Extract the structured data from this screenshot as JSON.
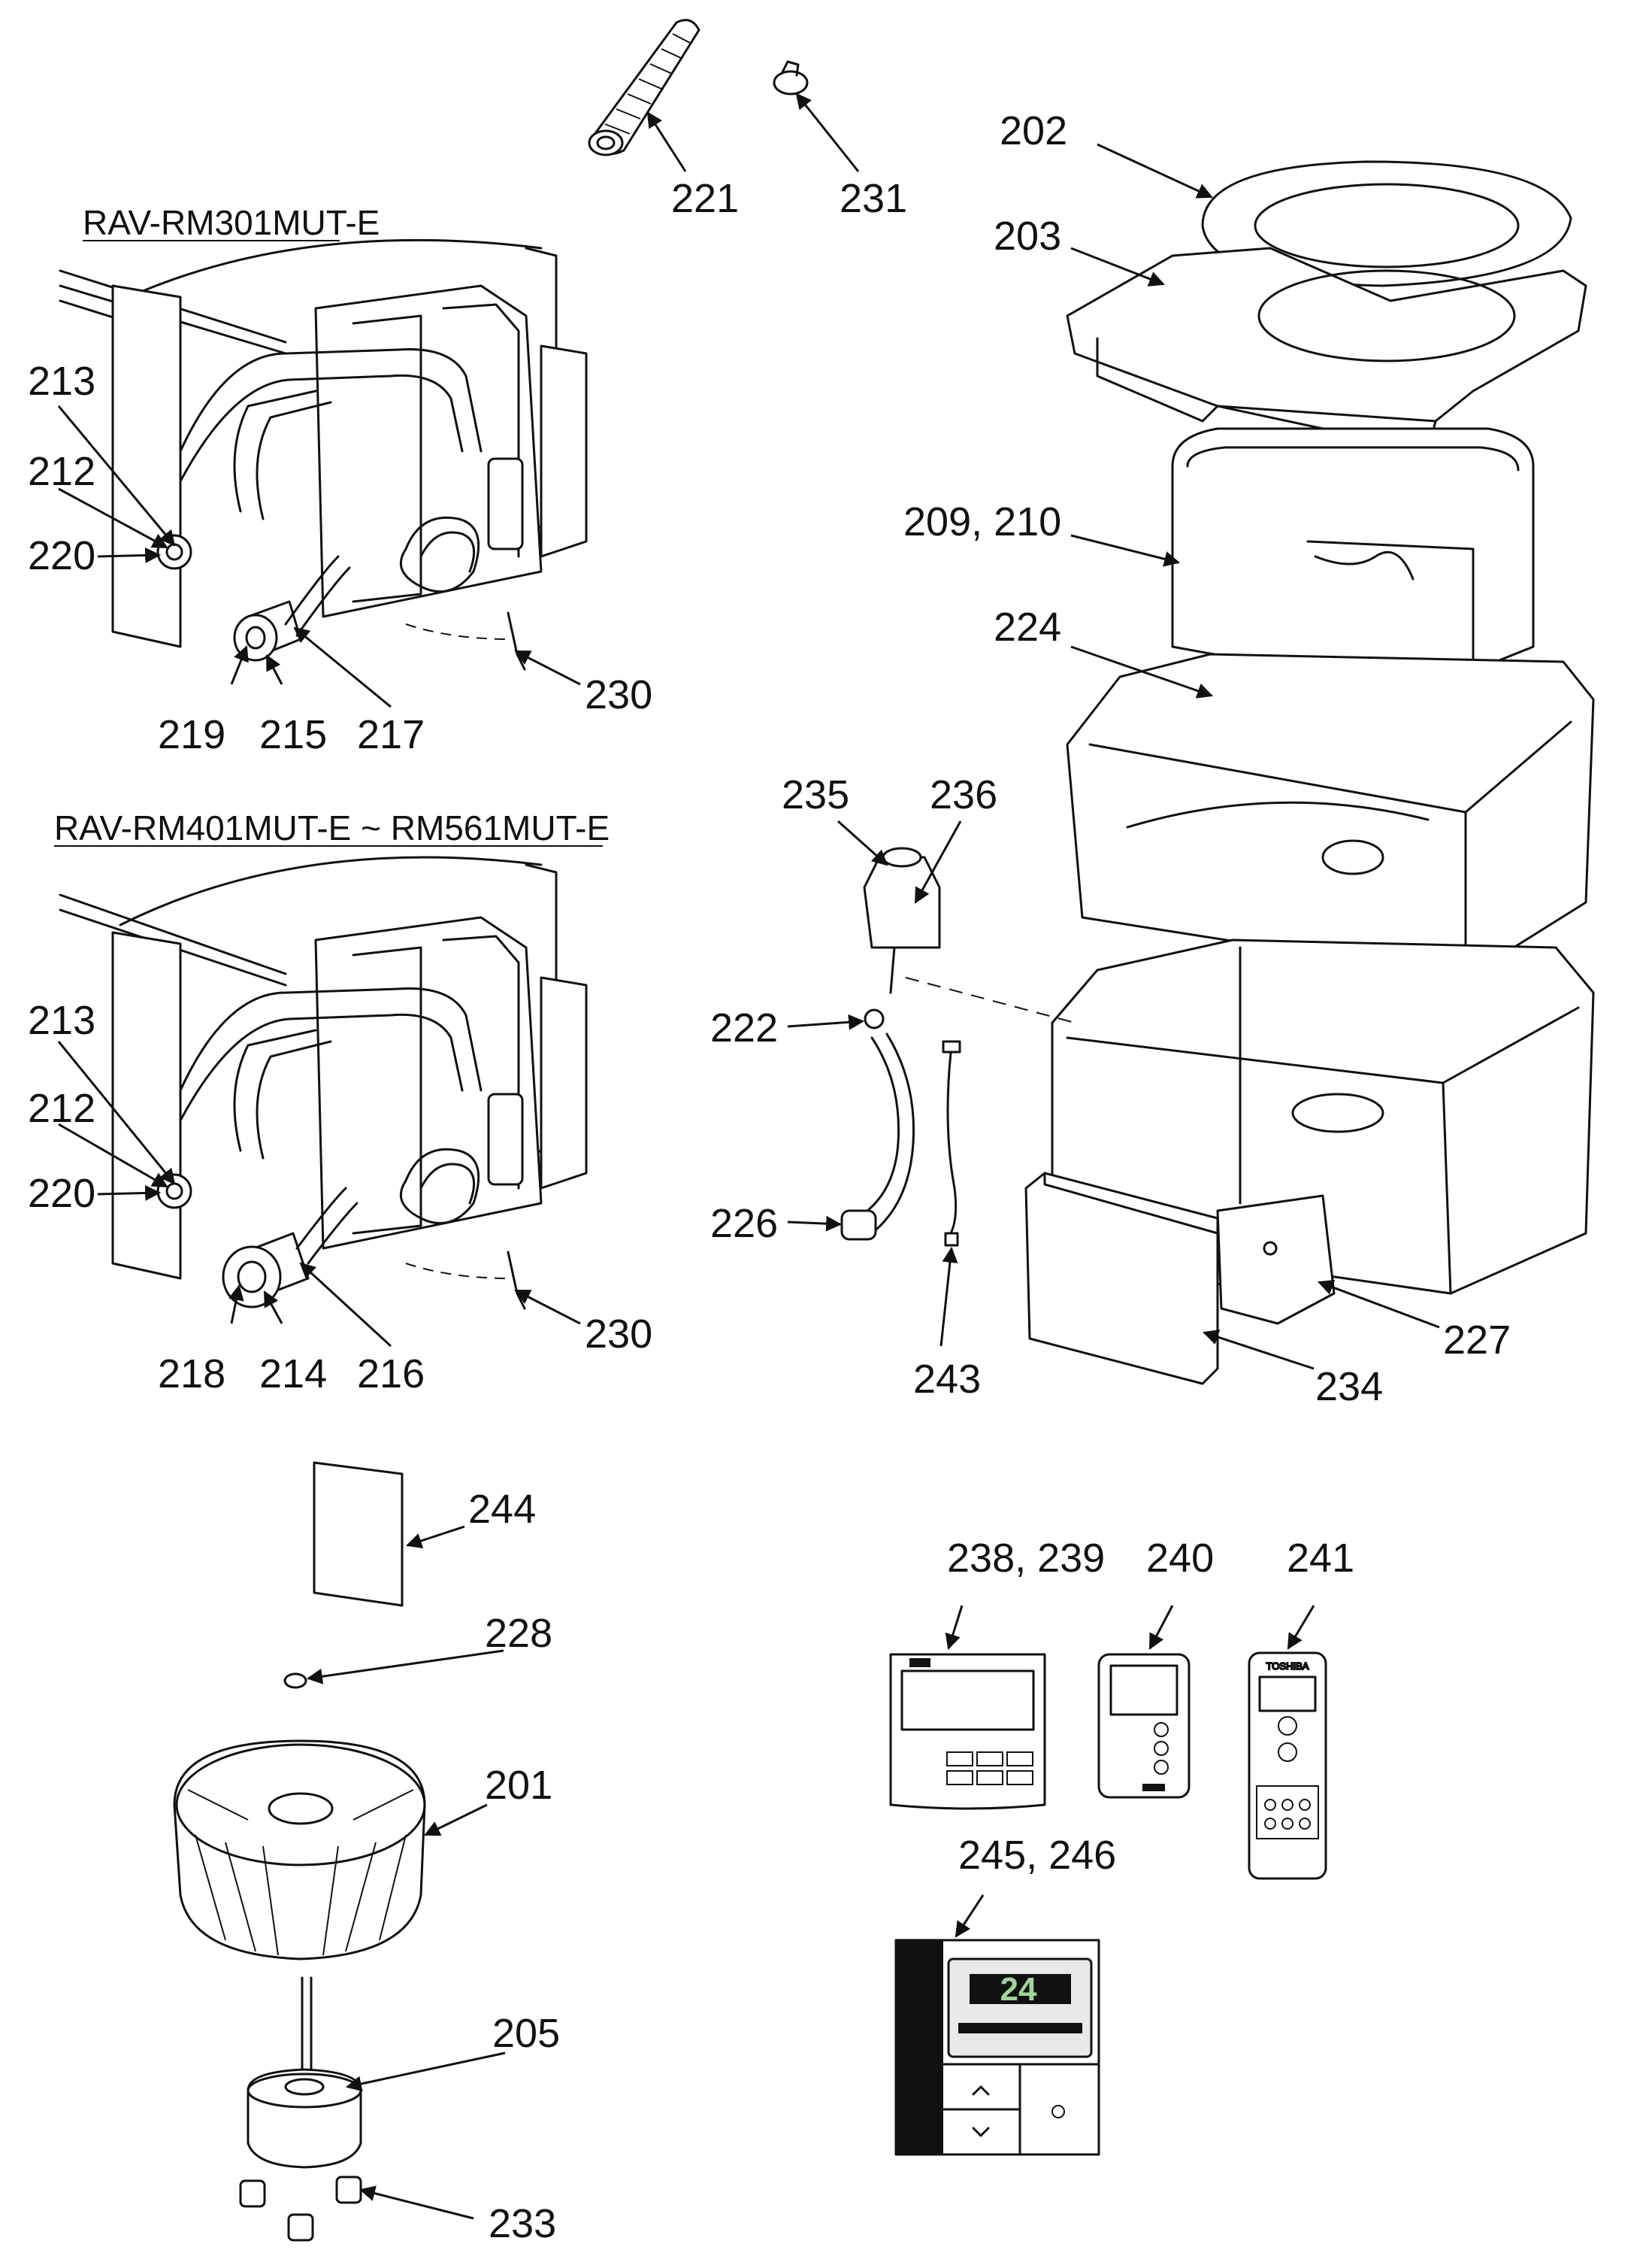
{
  "titles": {
    "model_small": "RAV-RM301MUT-E",
    "model_range": "RAV-RM401MUT-E ~ RM561MUT-E"
  },
  "parts": {
    "p221": "221",
    "p231": "231",
    "p202": "202",
    "p203": "203",
    "p213a": "213",
    "p212a": "212",
    "p220a": "220",
    "p219": "219",
    "p215": "215",
    "p217": "217",
    "p230a": "230",
    "p209_210": "209, 210",
    "p224": "224",
    "p235": "235",
    "p236": "236",
    "p213b": "213",
    "p212b": "212",
    "p220b": "220",
    "p222": "222",
    "p226": "226",
    "p243": "243",
    "p218": "218",
    "p214": "214",
    "p216": "216",
    "p230b": "230",
    "p227": "227",
    "p234": "234",
    "p244": "244",
    "p228": "228",
    "p201": "201",
    "p205": "205",
    "p233": "233",
    "p238_239": "238, 239",
    "p240": "240",
    "p241": "241",
    "p245_246": "245, 246"
  },
  "device_text": {
    "brand": "TOSHIBA",
    "display_temp": "24"
  }
}
